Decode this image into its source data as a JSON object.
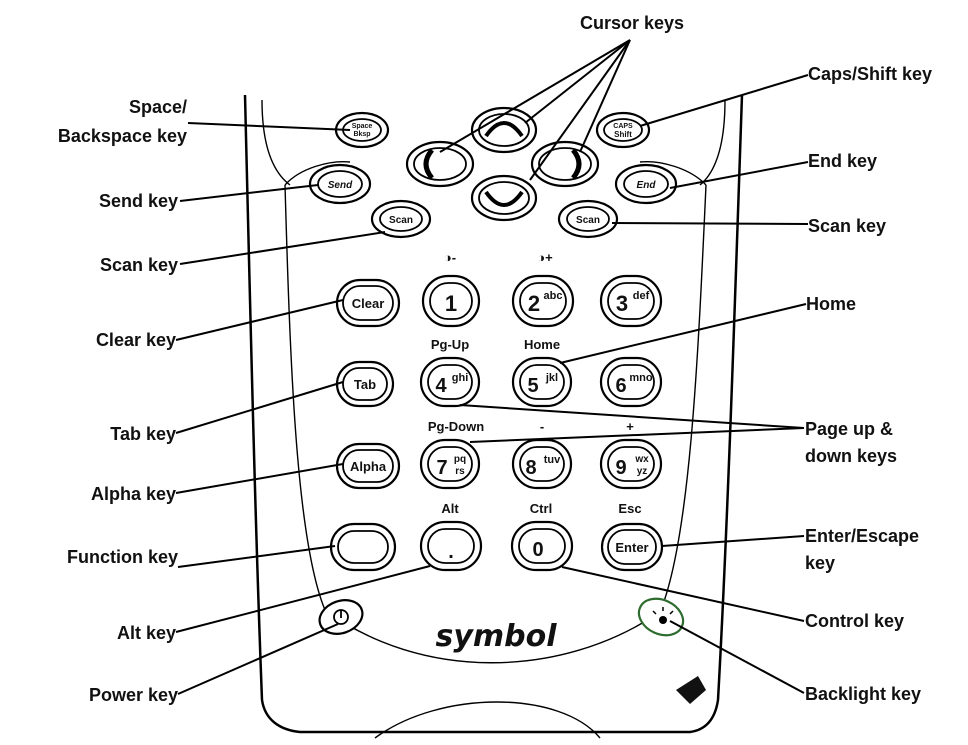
{
  "callouts": {
    "cursor_keys": "Cursor keys",
    "caps_shift_key": "Caps/Shift key",
    "space_backspace_1": "Space/",
    "space_backspace_2": "Backspace key",
    "end_key": "End key",
    "send_key": "Send key",
    "scan_key_right": "Scan key",
    "scan_key_left": "Scan key",
    "home": "Home",
    "clear_key": "Clear key",
    "tab_key": "Tab key",
    "page_updown_1": "Page up &",
    "page_updown_2": "down keys",
    "alpha_key": "Alpha key",
    "enter_escape_1": "Enter/Escape",
    "enter_escape_2": "key",
    "function_key": "Function key",
    "alt_key": "Alt key",
    "control_key": "Control key",
    "power_key": "Power key",
    "backlight_key": "Backlight key"
  },
  "key_labels": {
    "contrast_down": "◑-",
    "contrast_up": "◑+",
    "pg_up": "Pg-Up",
    "home": "Home",
    "pg_down": "Pg-Down",
    "minus": "-",
    "plus": "+",
    "alt": "Alt",
    "ctrl": "Ctrl",
    "esc": "Esc"
  },
  "keys": {
    "clear": "Clear",
    "one": "1",
    "two": "2",
    "two_sup": "abc",
    "three": "3",
    "three_sup": "def",
    "tab": "Tab",
    "four": "4",
    "four_sup": "ghi",
    "five": "5",
    "five_sup": "jkl",
    "six": "6",
    "six_sup": "mno",
    "alpha": "Alpha",
    "seven": "7",
    "seven_sup": "pq",
    "seven_sub": "rs",
    "eight": "8",
    "eight_sup": "tuv",
    "nine": "9",
    "nine_sup": "wx",
    "nine_sub": "yz",
    "dot": ".",
    "zero": "0",
    "enter": "Enter",
    "send": "Send",
    "end": "End",
    "scan": "Scan",
    "space": "Space",
    "bksp": "Bksp",
    "caps": "CAPS",
    "shift": "Shift"
  },
  "brand": "symbol"
}
